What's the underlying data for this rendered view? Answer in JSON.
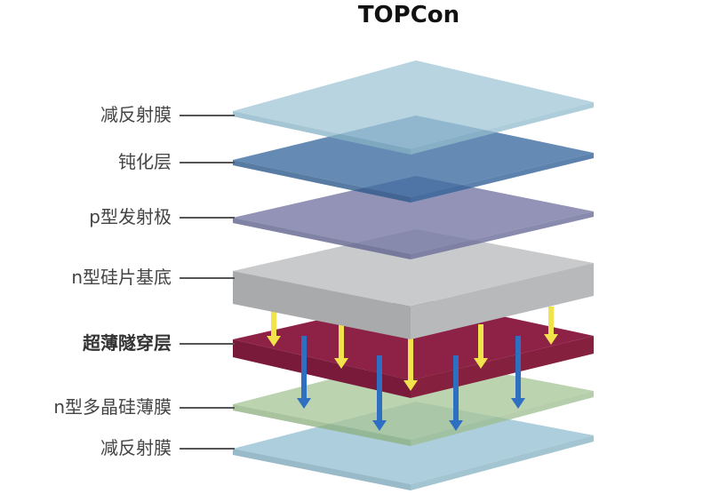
{
  "title": "TOPCon",
  "layers": [
    {
      "id": "arc-top",
      "label": "减反射膜",
      "bold": false,
      "color": "#9fc6d6"
    },
    {
      "id": "passivation",
      "label": "钝化层",
      "bold": false,
      "color": "#3f6ea3"
    },
    {
      "id": "p-emitter",
      "label": "p型发射极",
      "bold": false,
      "color": "#7a7ba6"
    },
    {
      "id": "n-substrate",
      "label": "n型硅片基底",
      "bold": false,
      "color": "#c9cacc"
    },
    {
      "id": "tunnel",
      "label": "超薄隧穿层",
      "bold": true,
      "color": "#8e2146"
    },
    {
      "id": "n-poly",
      "label": "n型多晶硅薄膜",
      "bold": false,
      "color": "#a9c79a"
    },
    {
      "id": "arc-bottom",
      "label": "减反射膜",
      "bold": false,
      "color": "#9fc6d6"
    }
  ],
  "arrows": {
    "yellow": "#f2e24b",
    "blue": "#2f6fc2"
  }
}
